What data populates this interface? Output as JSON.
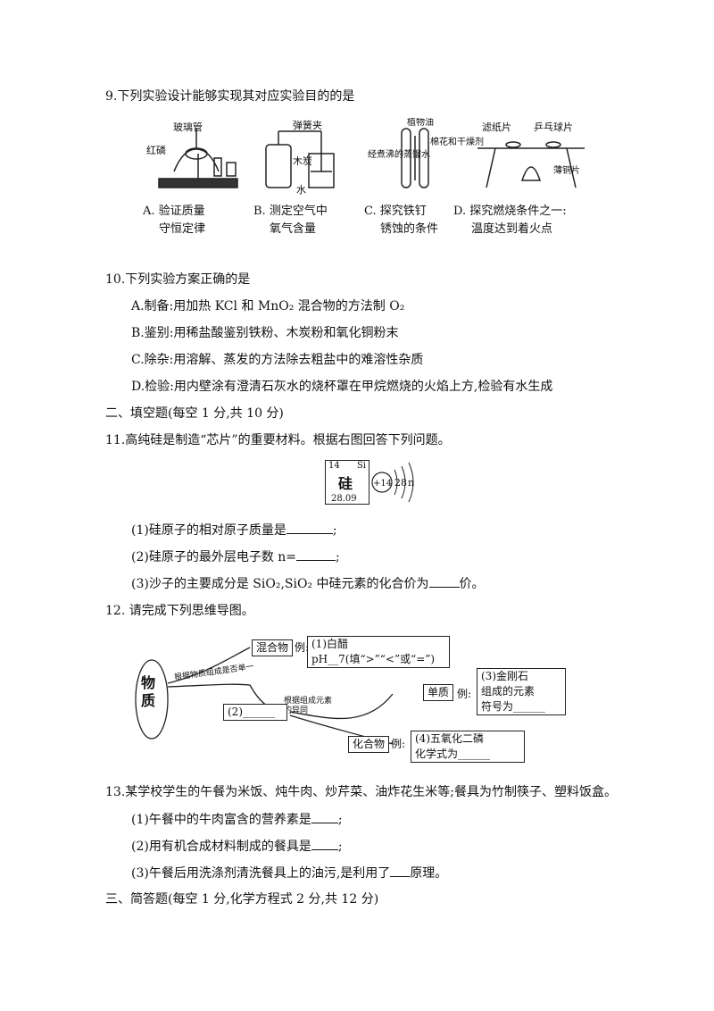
{
  "q9": {
    "stem": "9.下列实验设计能够实现其对应实验目的的是",
    "fig_labels": {
      "a_glass": "玻璃管",
      "a_phos": "红磷",
      "b_clip": "弹簧夹",
      "b_carbon": "木炭",
      "b_water": "水",
      "c_water": "经煮沸的蒸馏水",
      "c_oil": "植物油",
      "c_cotton": "棉花和干燥剂",
      "d_paper": "滤纸片",
      "d_ball": "乒乓球片",
      "d_plate": "薄铜片"
    },
    "options": [
      {
        "letter": "A.",
        "line1": "验证质量",
        "line2": "守恒定律"
      },
      {
        "letter": "B.",
        "line1": "测定空气中",
        "line2": "氧气含量"
      },
      {
        "letter": "C.",
        "line1": "探究铁钉",
        "line2": "锈蚀的条件"
      },
      {
        "letter": "D.",
        "line1": "探究燃烧条件之一:",
        "line2": "温度达到着火点"
      }
    ]
  },
  "q10": {
    "stem": "10.下列实验方案正确的是",
    "a": "A.制备:用加热 KCl 和 MnO₂ 混合物的方法制 O₂",
    "b": "B.鉴别:用稀盐酸鉴别铁粉、木炭粉和氧化铜粉末",
    "c": "C.除杂:用溶解、蒸发的方法除去粗盐中的难溶性杂质",
    "d": "D.检验:用内壁涂有澄清石灰水的烧杯罩在甲烷燃烧的火焰上方,检验有水生成"
  },
  "section2": "二、填空题(每空 1 分,共 10 分)",
  "q11": {
    "stem": "11.高纯硅是制造“芯片”的重要材料。根据右图回答下列问题。",
    "element": {
      "number": "14",
      "symbol": "Si",
      "name": "硅",
      "mass": "28.09",
      "nucleus": "+14",
      "shell1": "2",
      "shell2": "8",
      "shell3": "n"
    },
    "p1": "(1)硅原子的相对原子质量是",
    "p1_end": ";",
    "p2": "(2)硅原子的最外层电子数 n=",
    "p2_end": ";",
    "p3": "(3)沙子的主要成分是 SiO₂,SiO₂ 中硅元素的化合价为",
    "p3_end": "价。"
  },
  "q12": {
    "stem": "12. 请完成下列思维导图。",
    "root": "物质",
    "branch1": "根据物质组成是否单一",
    "branch2": "根据组成元素的异同",
    "mixture": "混合物",
    "mixture_ex": "例:",
    "mixture_box1": "(1)白醋",
    "mixture_box2": "pH__7(填“>”“<”或“=”)",
    "pure_blank": "(2)______",
    "element_sub": "单质",
    "element_ex": "例:",
    "element_box1": "(3)金刚石",
    "element_box2": "组成的元素",
    "element_box3": "符号为______",
    "compound": "化合物",
    "compound_ex": "例:",
    "compound_box1": "(4)五氧化二磷",
    "compound_box2": "化学式为______"
  },
  "q13": {
    "stem": "13.某学校学生的午餐为米饭、炖牛肉、炒芹菜、油炸花生米等;餐具为竹制筷子、塑料饭盒。",
    "p1": "(1)午餐中的牛肉富含的营养素是",
    "p1_end": ";",
    "p2": "(2)用有机合成材料制成的餐具是",
    "p2_end": ";",
    "p3": "(3)午餐后用洗涤剂清洗餐具上的油污,是利用了",
    "p3_end": "原理。"
  },
  "section3": "三、简答题(每空 1 分,化学方程式 2 分,共 12 分)"
}
